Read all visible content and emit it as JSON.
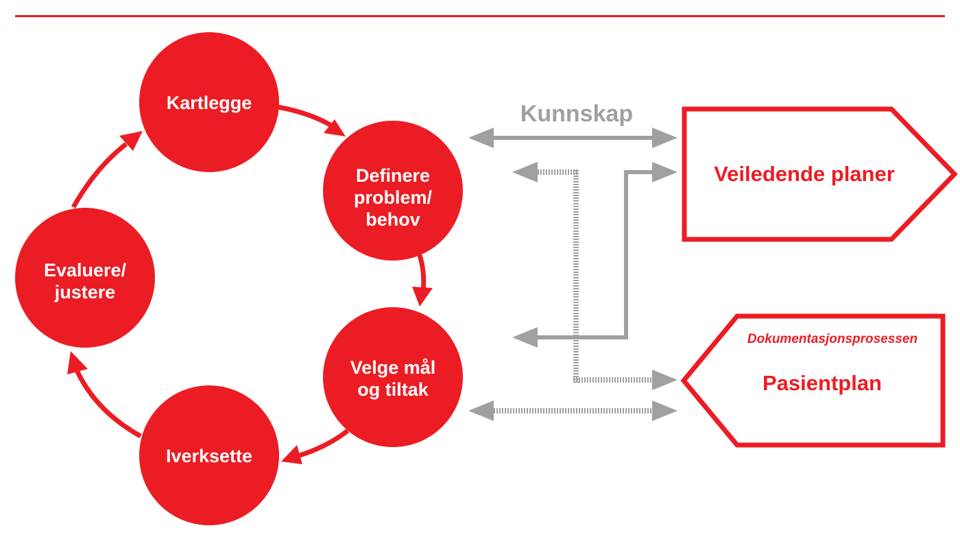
{
  "colors": {
    "red": "#ec1c24",
    "gray": "#a0a0a2",
    "white": "#ffffff"
  },
  "cycle": {
    "kartlegge": {
      "line1": "Kartlegge"
    },
    "definere": {
      "line1": "Definere",
      "line2": "problem/",
      "line3": "behov"
    },
    "velge": {
      "line1": "Velge mål",
      "line2": "og tiltak"
    },
    "iverksette": {
      "line1": "Iverksette"
    },
    "evaluere": {
      "line1": "Evaluere/",
      "line2": "justere"
    }
  },
  "knowledge": {
    "label": "Kunnskap"
  },
  "boxes": {
    "veiledende": {
      "title": "Veiledende planer"
    },
    "pasientplan": {
      "title": "Pasientplan",
      "subtitle": "Dokumentasjonsprosessen"
    }
  }
}
